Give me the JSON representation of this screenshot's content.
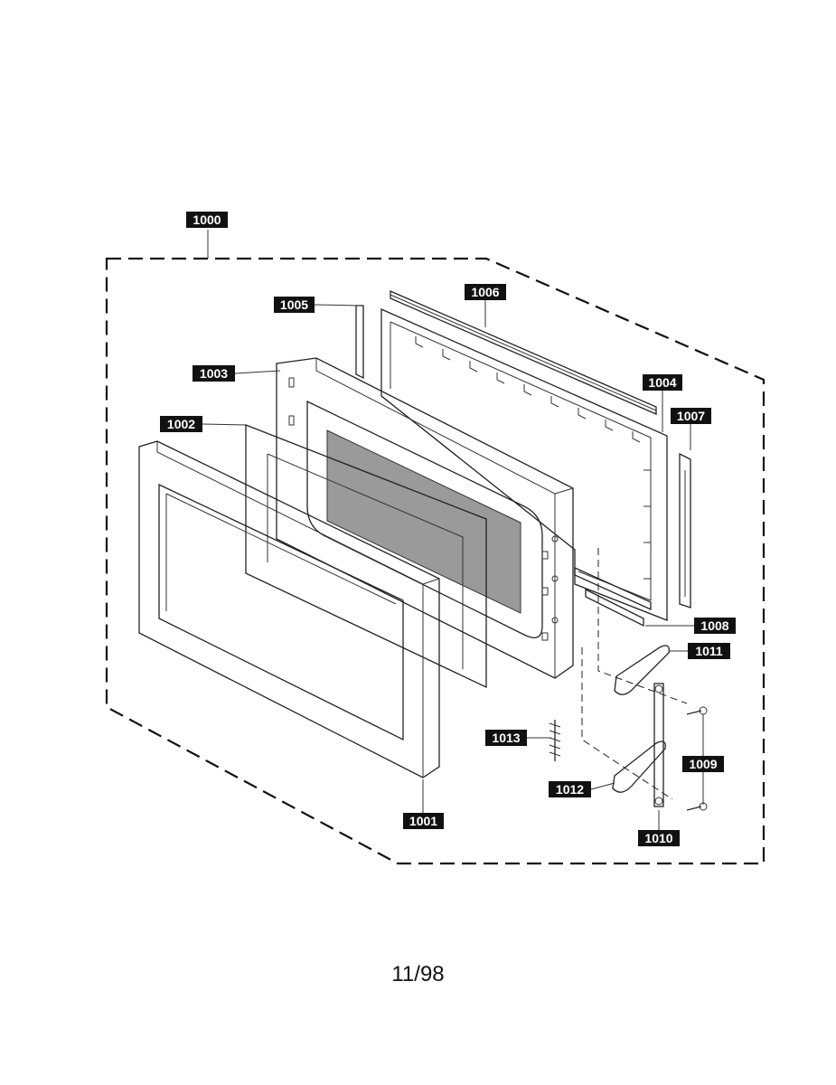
{
  "diagram": {
    "part_labels": {
      "p1000": "1000",
      "p1001": "1001",
      "p1002": "1002",
      "p1003": "1003",
      "p1004": "1004",
      "p1005": "1005",
      "p1006": "1006",
      "p1007": "1007",
      "p1008": "1008",
      "p1009": "1009",
      "p1010": "1010",
      "p1011": "1011",
      "p1012": "1012",
      "p1013": "1013"
    }
  },
  "footer": {
    "page_number": "11/98"
  }
}
